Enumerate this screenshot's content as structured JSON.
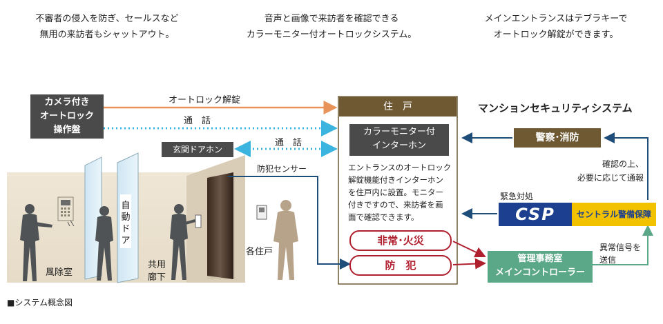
{
  "captions": [
    {
      "line1": "不審者の侵入を防ぎ、セールスなど",
      "line2": "無用の来訪者もシャットアウト。"
    },
    {
      "line1": "音声と画像で来訪者を確認できる",
      "line2": "カラーモニター付オートロックシステム。"
    },
    {
      "line1": "メインエントランスはテブラキーで",
      "line2": "オートロック解錠ができます。"
    }
  ],
  "camera_panel": {
    "line1": "カメラ付き",
    "line2": "オートロック",
    "line3": "操作盤"
  },
  "entrance_intercom": "玄関ドアホン",
  "flows": {
    "autolock_unlock": "オートロック解錠",
    "call_1": "通　話",
    "call_2": "通　話",
    "security_sensor": "防犯センサー"
  },
  "dwelling": {
    "title": "住　戸",
    "monitor_line1": "カラーモニター付",
    "monitor_line2": "インターホン",
    "description_lines": [
      "エントランスのオートロック",
      "解錠機能付きインターホン",
      "を住戸内に設置。モニター",
      "付きですので、来訪者を画",
      "面で確認できます。"
    ],
    "emergency_fire": "非常･火災",
    "crime_prevention": "防　犯"
  },
  "security_system": {
    "title": "マンションセキュリティシステム",
    "police_fire": "警察･消防",
    "confirm_note_line1": "確認の上、",
    "confirm_note_line2": "必要に応じて通報",
    "emergency_response": "緊急対処",
    "csp_logo": "CSP",
    "csp_company": "セントラル警備保障",
    "abnormal_signal_line1": "異常信号を",
    "abnormal_signal_line2": "送信"
  },
  "management": {
    "line1": "管理事務室",
    "line2": "メインコントローラー"
  },
  "areas": {
    "windbreak_room": "風除室",
    "auto_door": "自動ドア",
    "common_corridor_line1": "共用",
    "common_corridor_line2": "廊下",
    "each_dwelling": "各住戸"
  },
  "figure_caption": "■システム概念図",
  "colors": {
    "orange_arrow": "#e8935a",
    "cyan_dotted": "#3cb4e0",
    "navy_line": "#1f4d7a",
    "crimson": "#b01f2e",
    "brown": "#6e5933",
    "dark_gray": "#4a4a4a",
    "green": "#5ba889",
    "csp_blue": "#1c3f8f",
    "csp_yellow": "#f2c200"
  }
}
